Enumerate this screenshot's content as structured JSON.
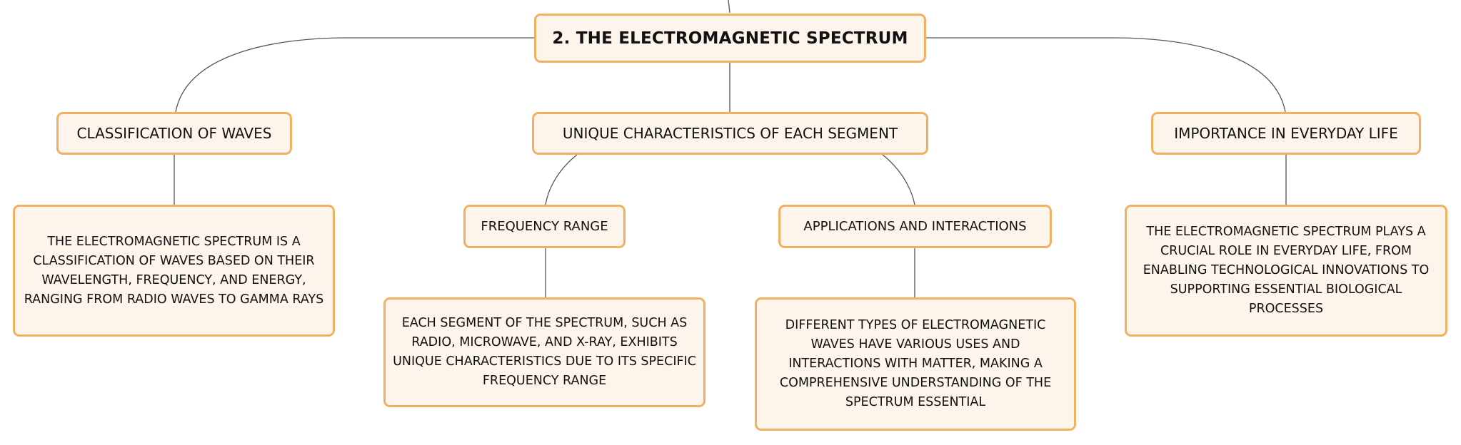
{
  "diagram": {
    "type": "mind-map",
    "colors": {
      "node_fill": "#fdf4eb",
      "node_border": "#f3b061",
      "connector": "#555555",
      "text": "#111111"
    },
    "root": {
      "label": "2. THE ELECTROMAGNETIC SPECTRUM"
    },
    "branches": {
      "classification": {
        "label": "CLASSIFICATION OF WAVES",
        "description": "THE ELECTROMAGNETIC SPECTRUM IS A CLASSIFICATION OF WAVES BASED ON THEIR WAVELENGTH, FREQUENCY, AND ENERGY, RANGING FROM RADIO WAVES TO GAMMA RAYS"
      },
      "characteristics": {
        "label": "UNIQUE CHARACTERISTICS OF EACH SEGMENT",
        "children": {
          "frequency": {
            "label": "FREQUENCY RANGE",
            "description": "EACH SEGMENT OF THE SPECTRUM, SUCH AS RADIO, MICROWAVE, AND X-RAY, EXHIBITS UNIQUE CHARACTERISTICS DUE TO ITS SPECIFIC FREQUENCY RANGE"
          },
          "applications": {
            "label": "APPLICATIONS AND INTERACTIONS",
            "description": "DIFFERENT TYPES OF ELECTROMAGNETIC WAVES HAVE VARIOUS USES AND INTERACTIONS WITH MATTER, MAKING A COMPREHENSIVE UNDERSTANDING OF THE SPECTRUM ESSENTIAL"
          }
        }
      },
      "importance": {
        "label": "IMPORTANCE IN EVERYDAY LIFE",
        "description": "THE ELECTROMAGNETIC SPECTRUM PLAYS A CRUCIAL ROLE IN EVERYDAY LIFE, FROM ENABLING TECHNOLOGICAL INNOVATIONS TO SUPPORTING ESSENTIAL BIOLOGICAL PROCESSES"
      }
    }
  }
}
